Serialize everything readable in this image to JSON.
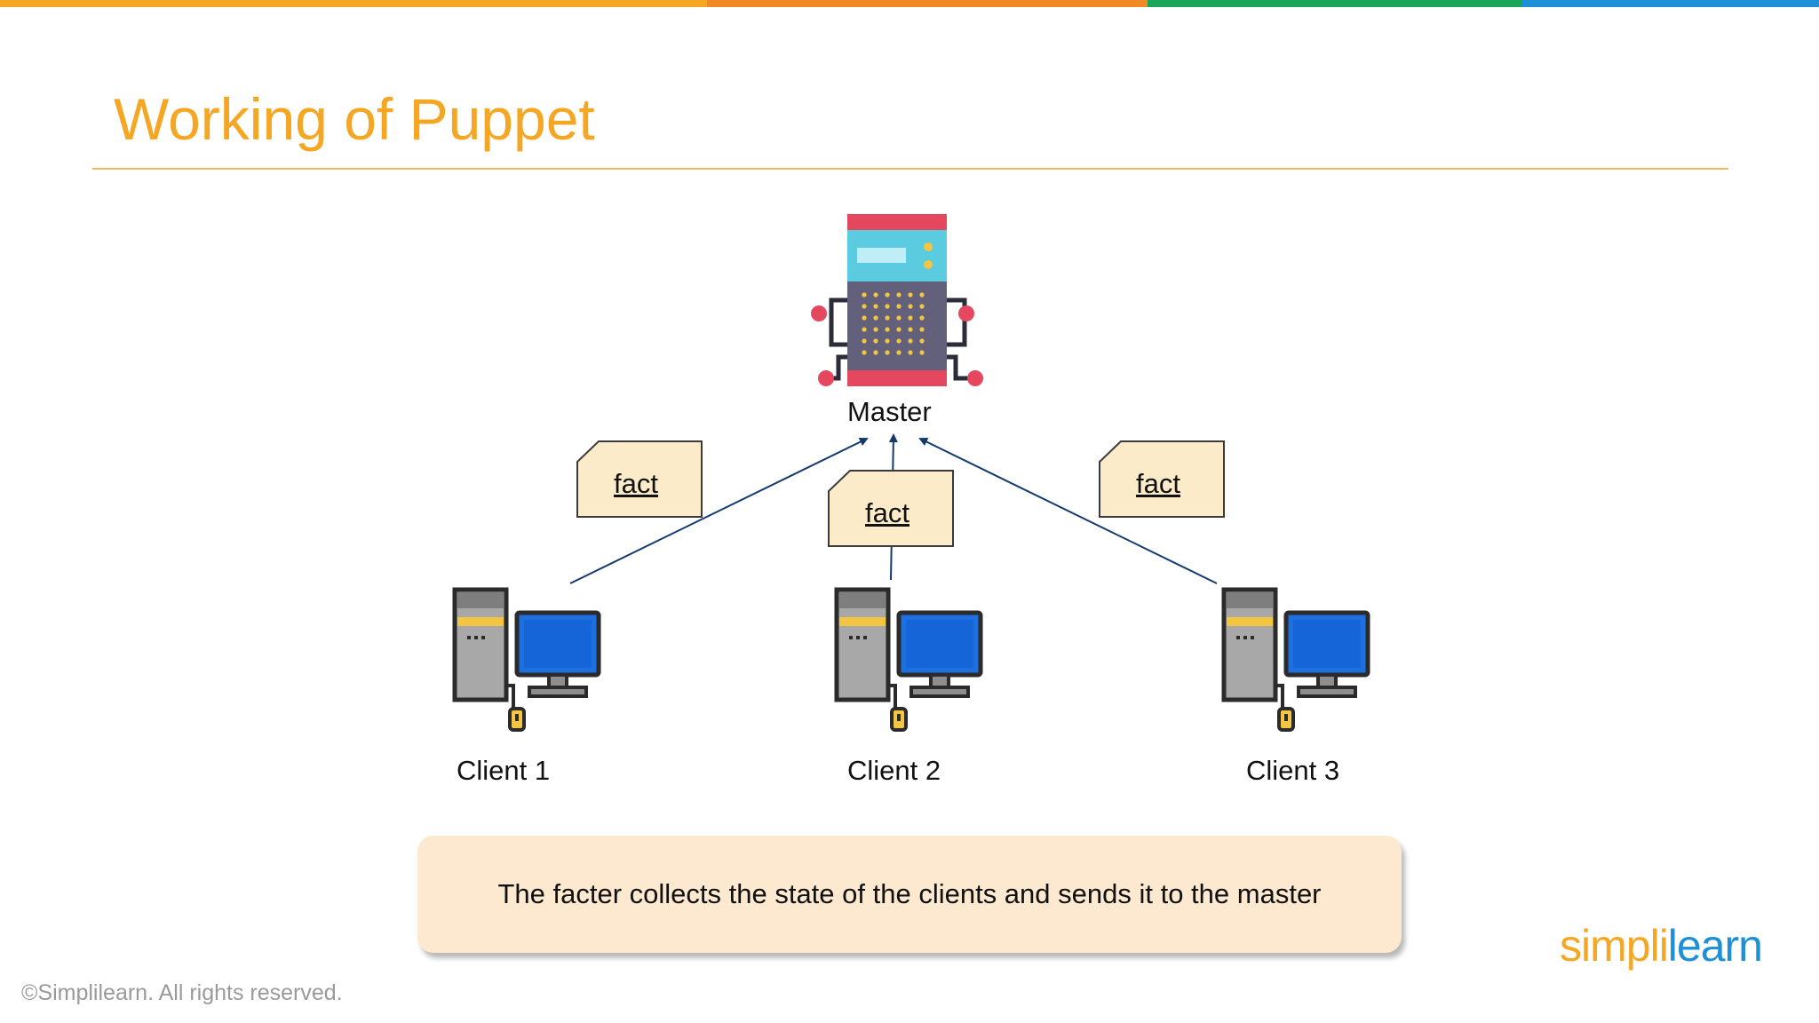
{
  "colors": {
    "accent": "#F5A623",
    "bar_orange": "#F08A24",
    "bar_green": "#1AA55A",
    "bar_blue": "#1E90D8",
    "fact_fill": "#FCEBC8",
    "caption_fill": "#FDE9CF",
    "arrow": "#123A6E",
    "logo_blue": "#1E90D8"
  },
  "slide": {
    "title": "Working of Puppet"
  },
  "diagram": {
    "master_label": "Master",
    "clients": [
      {
        "label": "Client 1"
      },
      {
        "label": "Client 2"
      },
      {
        "label": "Client 3"
      }
    ],
    "facts": [
      {
        "label": "fact"
      },
      {
        "label": "fact"
      },
      {
        "label": "fact"
      }
    ]
  },
  "caption": "The facter collects the state of the clients and sends it to the master",
  "footer": {
    "copyright": "©Simplilearn. All rights reserved.",
    "logo_left": "simpl",
    "logo_i": "i",
    "logo_right": "learn"
  }
}
